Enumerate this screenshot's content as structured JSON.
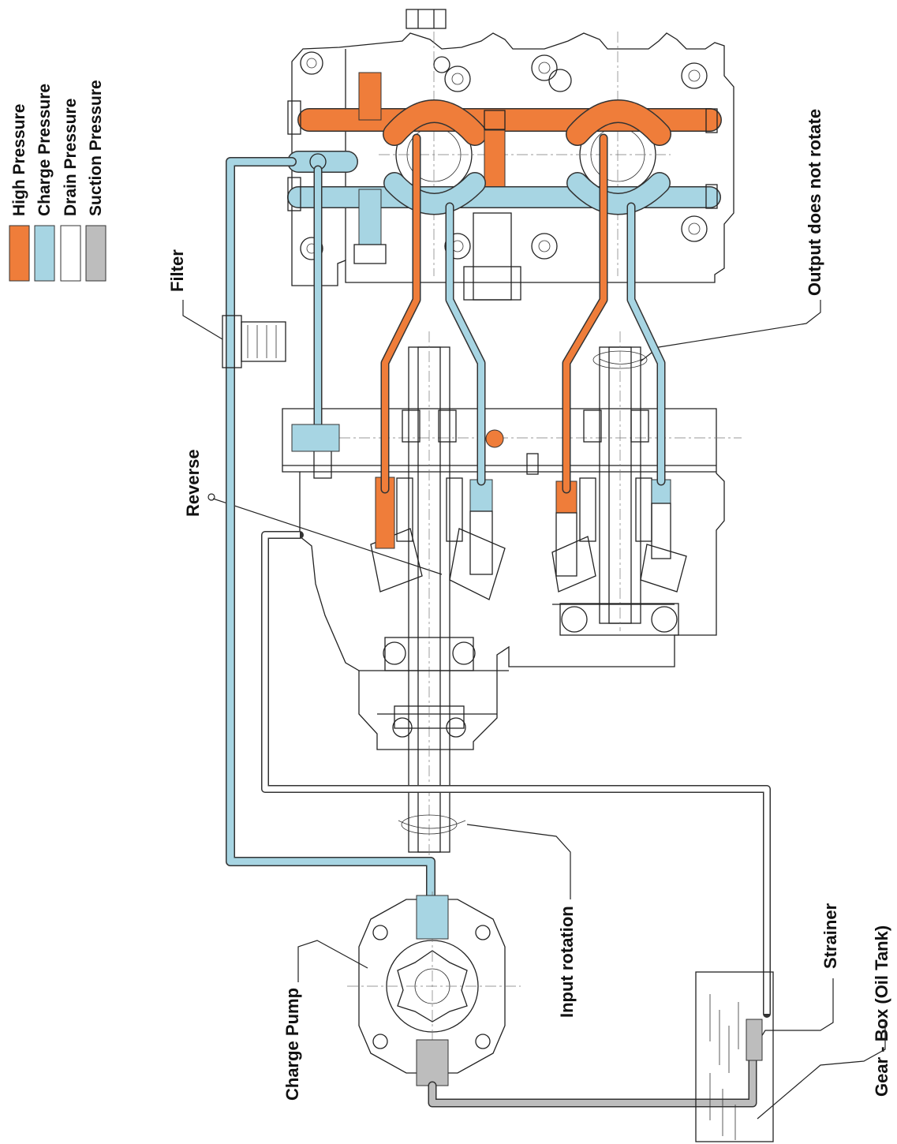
{
  "legend": {
    "items": [
      {
        "label": "High Pressure",
        "color": "#ef7d3a"
      },
      {
        "label": "Charge Pressure",
        "color": "#a7d5e3"
      },
      {
        "label": "Drain Pressure",
        "color": "#ffffff"
      },
      {
        "label": "Suction Pressure",
        "color": "#bdbdbd"
      }
    ]
  },
  "labels": {
    "filter": "Filter",
    "reverse": "Reverse",
    "output_note": "Output does not rotate",
    "input_rotation": "Input rotation",
    "charge_pump": "Charge Pump",
    "strainer": "Strainer",
    "gearbox": "Gear - Box (Oil Tank)"
  },
  "colors": {
    "high_pressure": "#ef7d3a",
    "charge_pressure": "#a7d5e3",
    "drain_pressure": "#ffffff",
    "suction_pressure": "#bdbdbd"
  }
}
